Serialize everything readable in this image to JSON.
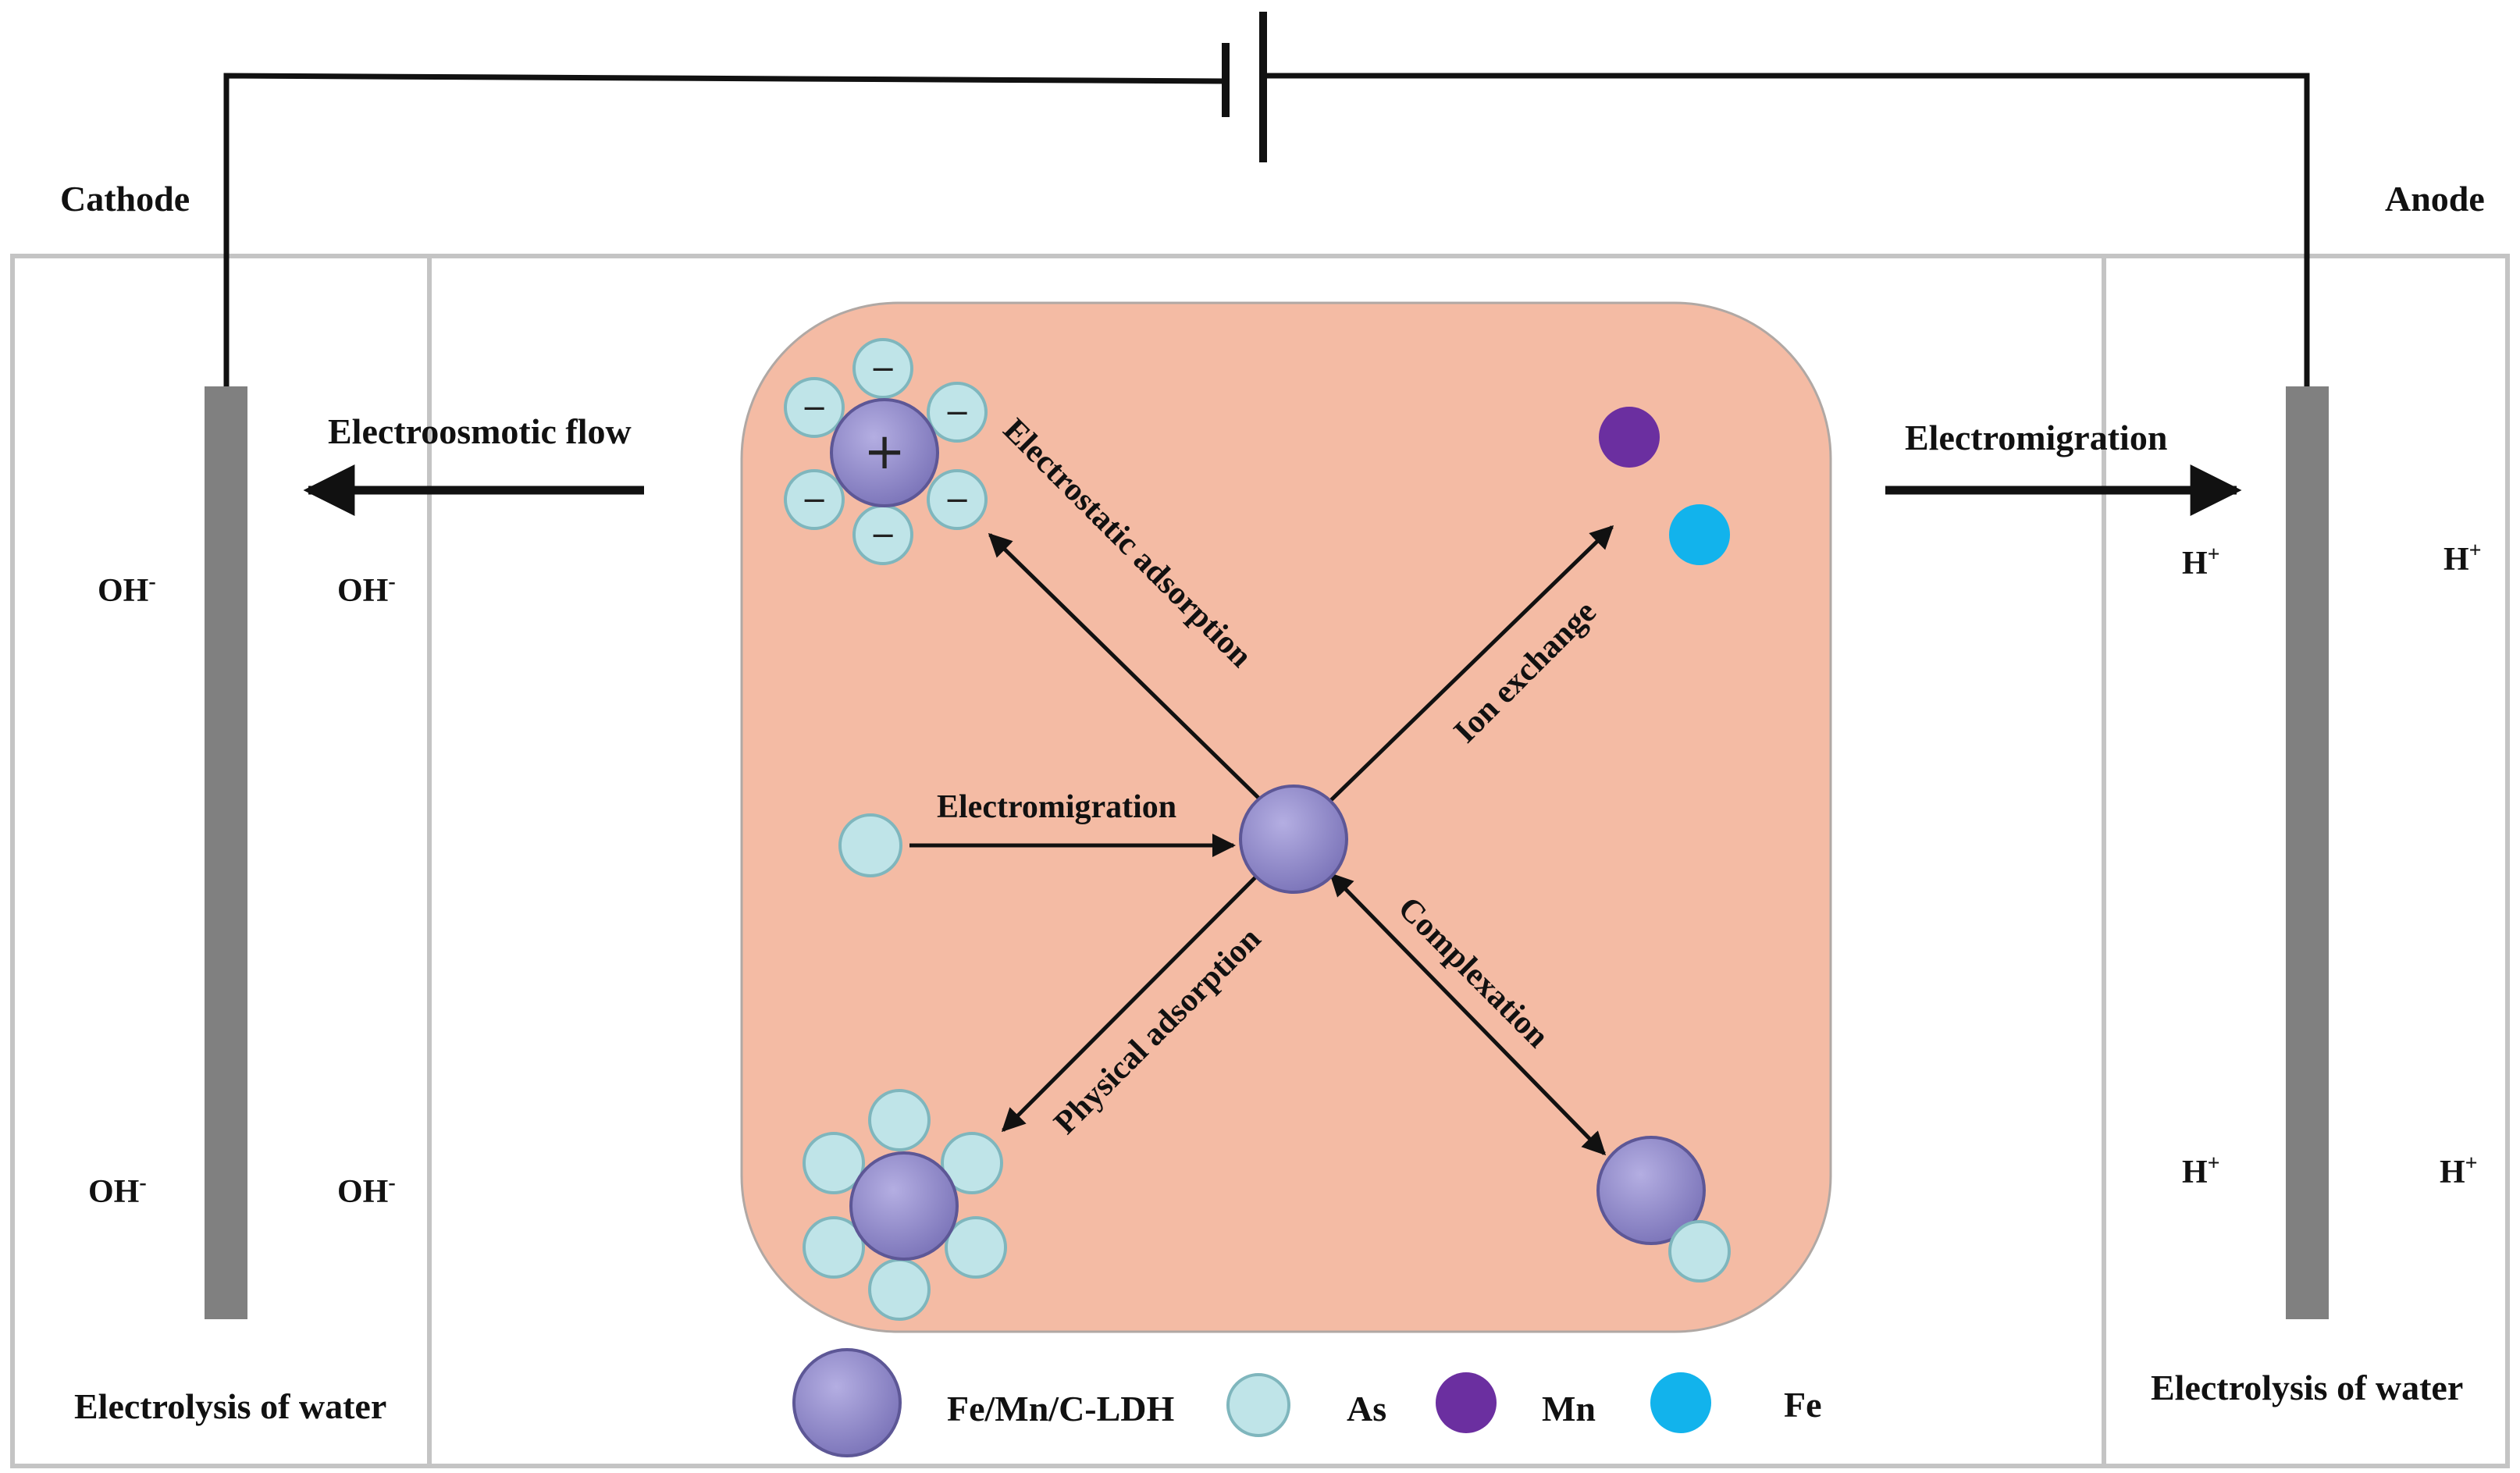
{
  "electrodes": {
    "cathode_label": "Cathode",
    "anode_label": "Anode"
  },
  "flows": {
    "electroosmotic_flow": "Electroosmotic flow",
    "electromigration_right": "Electromigration"
  },
  "ions": {
    "hydroxide": "OH",
    "hydroxide_charge": "-",
    "hydrogen": "H",
    "hydrogen_charge": "+"
  },
  "electrolysis": {
    "left": "Electrolysis of water",
    "right": "Electrolysis of water"
  },
  "mechanisms": {
    "electrostatic_adsorption": "Electrostatic adsorption",
    "ion_exchange": "Ion exchange",
    "electromigration": "Electromigration",
    "physical_adsorption": "Physical adsorption",
    "complexation": "Complexation"
  },
  "signs": {
    "plus": "+",
    "minus": "−"
  },
  "legend": {
    "ldh": "Fe/Mn/C-LDH",
    "as": "As",
    "mn": "Mn",
    "fe": "Fe"
  },
  "colors": {
    "center_panel": "#f4bba4",
    "ldh_particle": "#8c86c6",
    "arsenic": "#bfe4e8",
    "manganese": "#6b2fa0",
    "iron": "#12b3ec",
    "electrode": "#808080"
  }
}
